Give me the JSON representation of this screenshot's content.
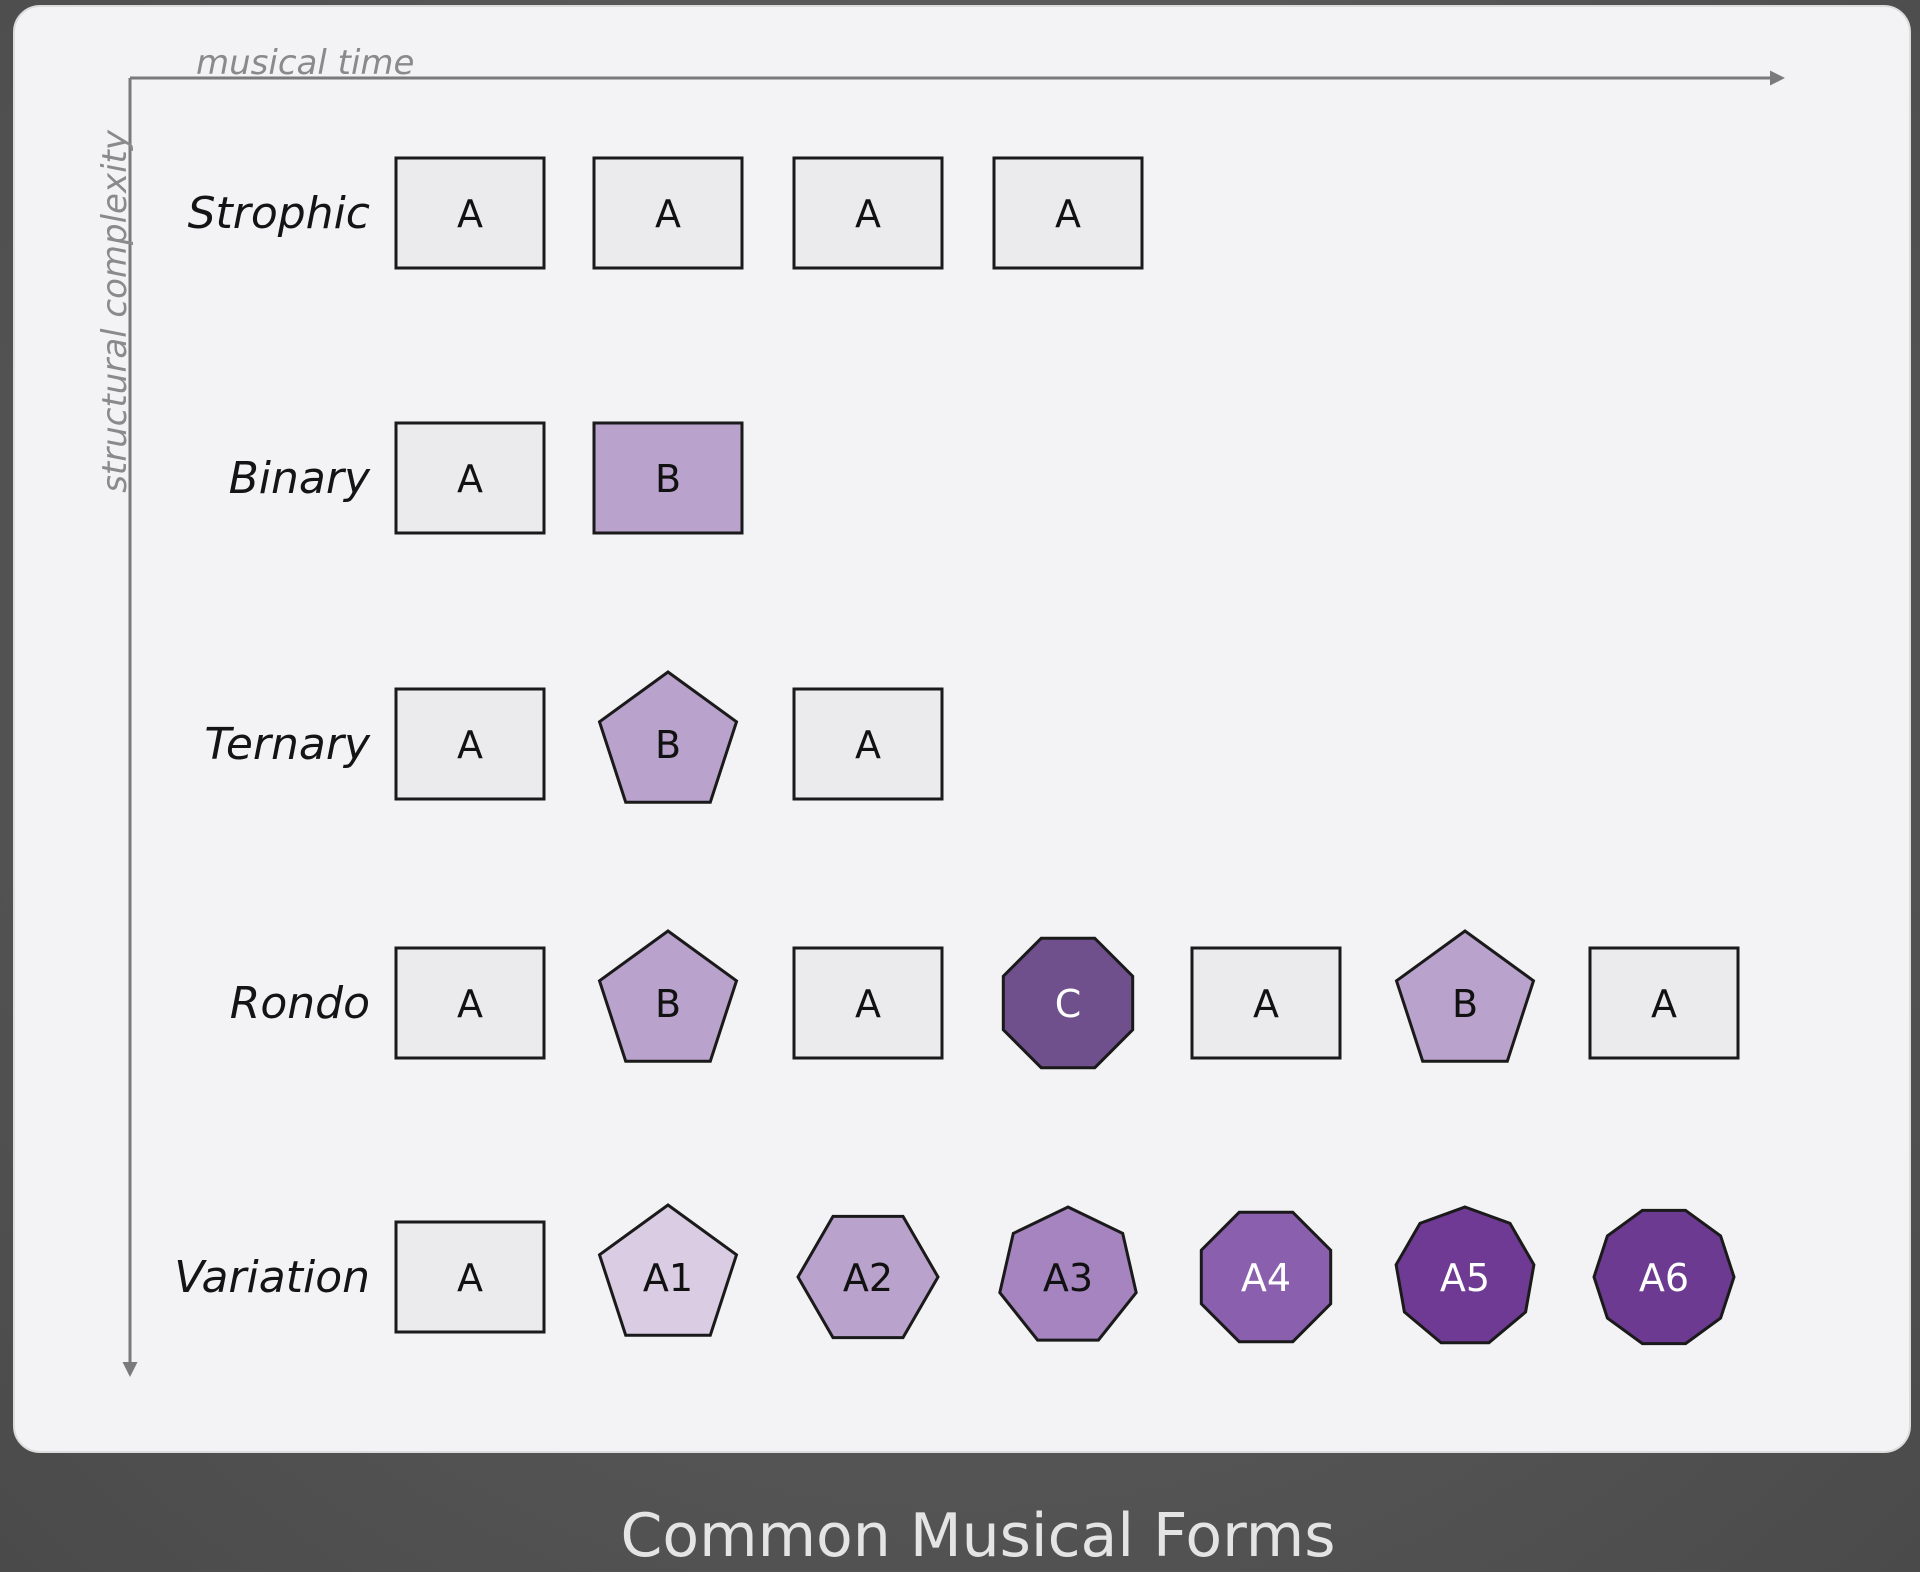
{
  "caption": "Common Musical Forms",
  "axes": {
    "x_label": "musical time",
    "y_label": "structural complexity"
  },
  "colors": {
    "panel": "#f3f3f5",
    "box_fill": "#ebebed",
    "stroke": "#1a1a1a",
    "axis": "#7a7a7a",
    "B": "#b9a2cc",
    "C": "#6f4f8c",
    "A1": "#d9cce3",
    "A2": "#b9a2cc",
    "A3": "#a584bf",
    "A4": "#8a5fad",
    "A5": "#6e3a93",
    "A6": "#6c3a91"
  },
  "rows": [
    {
      "label": "Strophic",
      "sections": [
        {
          "text": "A",
          "shape": "rect"
        },
        {
          "text": "A",
          "shape": "rect"
        },
        {
          "text": "A",
          "shape": "rect"
        },
        {
          "text": "A",
          "shape": "rect"
        }
      ]
    },
    {
      "label": "Binary",
      "sections": [
        {
          "text": "A",
          "shape": "rect"
        },
        {
          "text": "B",
          "shape": "rect-filled",
          "color": "B"
        }
      ]
    },
    {
      "label": "Ternary",
      "sections": [
        {
          "text": "A",
          "shape": "rect"
        },
        {
          "text": "B",
          "shape": "pentagon",
          "color": "B"
        },
        {
          "text": "A",
          "shape": "rect"
        }
      ]
    },
    {
      "label": "Rondo",
      "sections": [
        {
          "text": "A",
          "shape": "rect"
        },
        {
          "text": "B",
          "shape": "pentagon",
          "color": "B"
        },
        {
          "text": "A",
          "shape": "rect"
        },
        {
          "text": "C",
          "shape": "octagon",
          "color": "C"
        },
        {
          "text": "A",
          "shape": "rect"
        },
        {
          "text": "B",
          "shape": "pentagon",
          "color": "B"
        },
        {
          "text": "A",
          "shape": "rect"
        }
      ]
    },
    {
      "label": "Variation",
      "sections": [
        {
          "text": "A",
          "shape": "rect"
        },
        {
          "text": "A1",
          "shape": "pentagon",
          "color": "A1"
        },
        {
          "text": "A2",
          "shape": "hexagon",
          "color": "A2"
        },
        {
          "text": "A3",
          "shape": "heptagon",
          "color": "A3"
        },
        {
          "text": "A4",
          "shape": "octagon",
          "color": "A4"
        },
        {
          "text": "A5",
          "shape": "nonagon",
          "color": "A5"
        },
        {
          "text": "A6",
          "shape": "decagon",
          "color": "A6"
        }
      ]
    }
  ]
}
